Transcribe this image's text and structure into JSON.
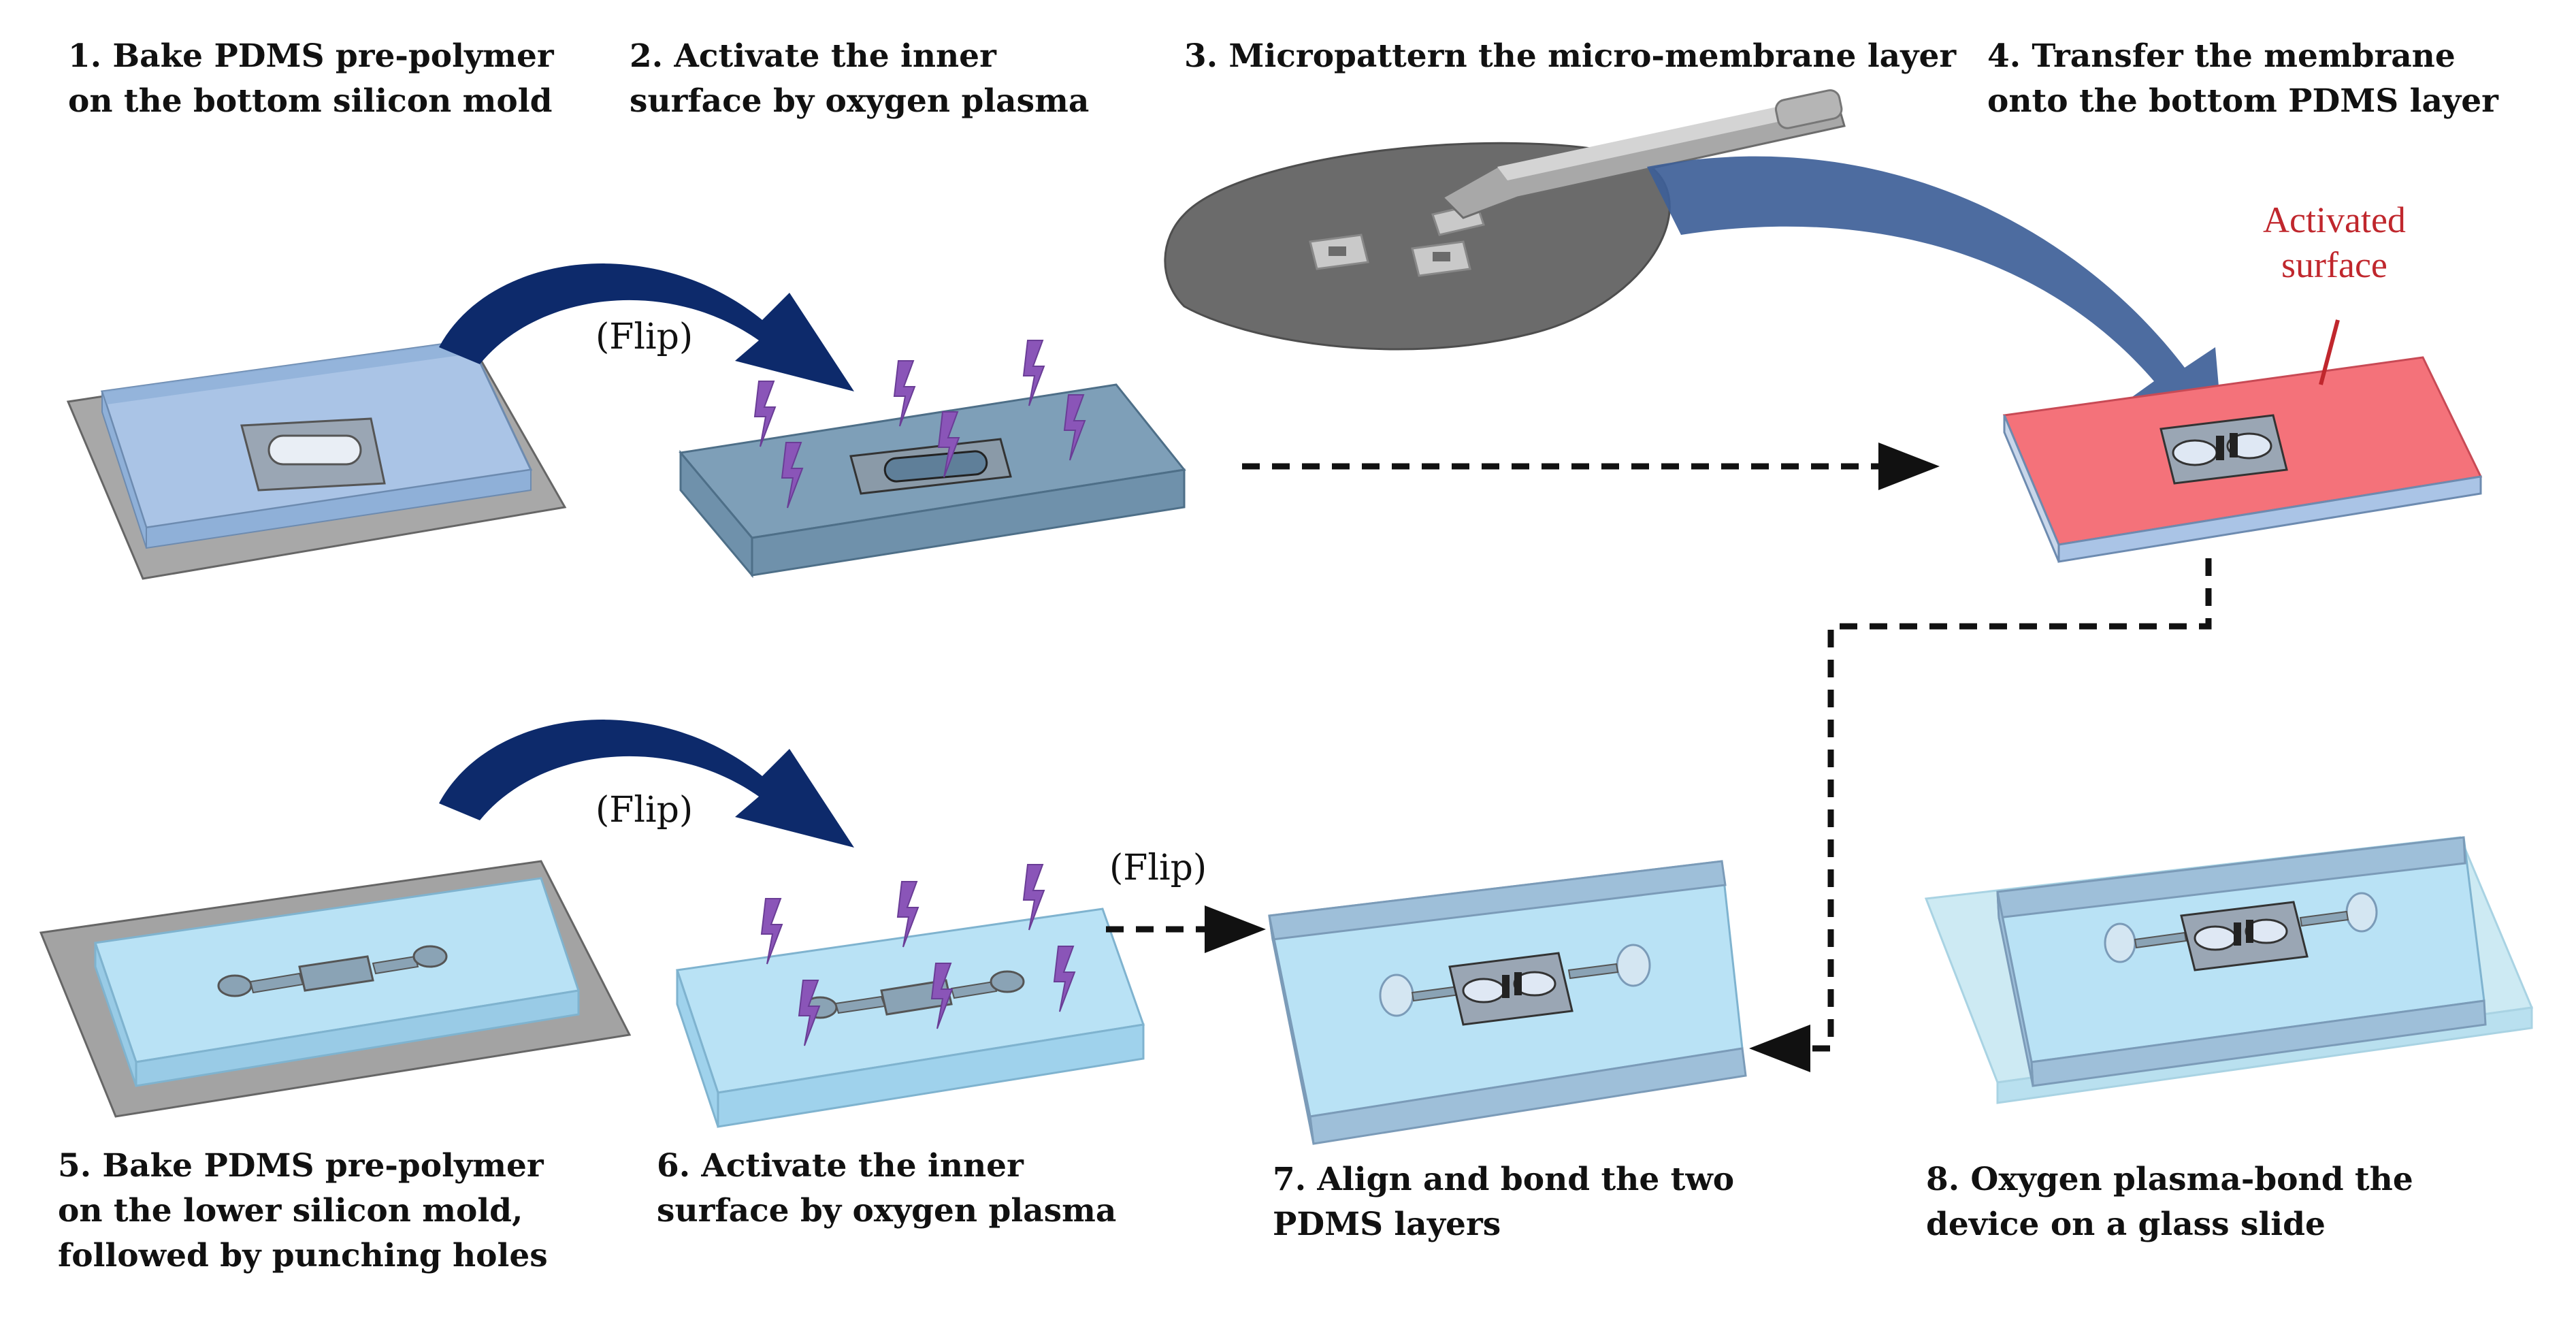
{
  "steps": {
    "s1": "1. Bake PDMS pre-polymer\non the bottom silicon mold",
    "s2": "2. Activate the inner\nsurface by oxygen plasma",
    "s3": "3. Micropattern the micro-membrane layer",
    "s4": "4. Transfer the membrane\nonto the bottom PDMS layer",
    "s5": "5. Bake PDMS pre-polymer\non the lower silicon mold,\nfollowed by punching holes",
    "s6": "6. Activate the inner\nsurface by oxygen plasma",
    "s7": "7. Align and bond the two\nPDMS layers",
    "s8": "8. Oxygen plasma-bond the\ndevice on a glass slide"
  },
  "annotations": {
    "flip": "(Flip)",
    "activated": "Activated\nsurface"
  },
  "colors": {
    "navy_arrow": "#0d2a6b",
    "steel_arrow": "#3e5f98",
    "pdms_blue": "#aac4e6",
    "pdms_teal": "#7e9fb8",
    "pdms_light": "#b9e2f5",
    "activated_red": "#f4727a",
    "plasma_purple": "#8a55b8",
    "mold_gray": "#a8a8a8",
    "wafer_gray": "#6b6b6b",
    "label_red": "#c0272d"
  },
  "icons": [
    "curved-flip-arrow",
    "plasma-bolt-icon",
    "tweezers-icon",
    "silicon-wafer",
    "dashed-arrow"
  ]
}
